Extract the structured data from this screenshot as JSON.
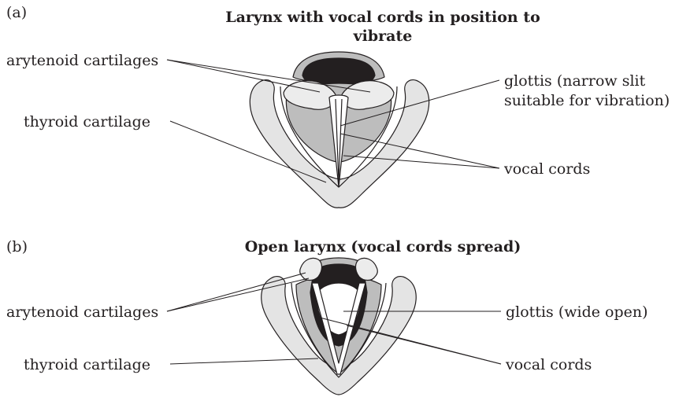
{
  "panel_a": {
    "letter": "(a)",
    "title_line1": "Larynx with vocal cords in position to",
    "title_line2": "vibrate",
    "labels": {
      "arytenoid": "arytenoid cartilages",
      "thyroid": "thyroid cartilage",
      "glottis_line1": "glottis (narrow slit",
      "glottis_line2": "suitable for vibration)",
      "vocal_cords": "vocal cords"
    }
  },
  "panel_b": {
    "letter": "(b)",
    "title": "Open larynx (vocal cords spread)",
    "labels": {
      "arytenoid": "arytenoid cartilages",
      "glottis": "glottis (wide open)",
      "thyroid": "thyroid cartilage",
      "vocal_cords": "vocal cords"
    }
  },
  "colors": {
    "outer_cartilage": "#e4e4e4",
    "inner_tissue": "#bdbdbd",
    "arytenoid": "#ececec",
    "dark_cavity": "#231f20",
    "line": "#231f20"
  }
}
